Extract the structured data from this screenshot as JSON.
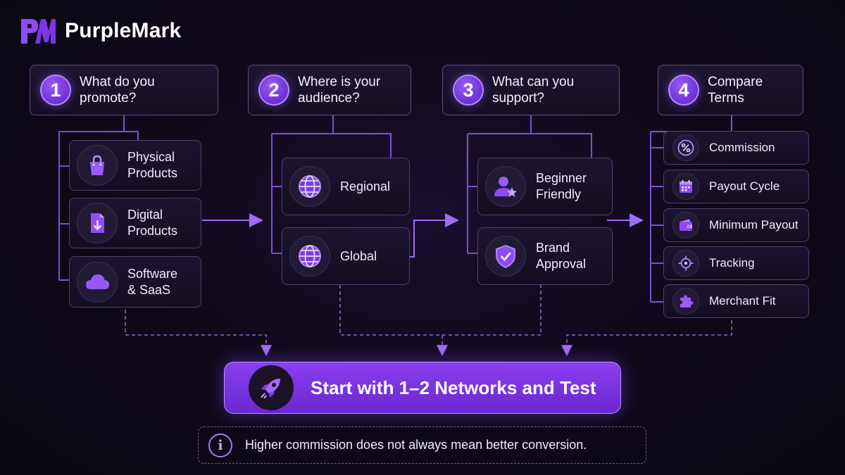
{
  "brand": {
    "name": "PurpleMark"
  },
  "steps": [
    {
      "number": "1",
      "label": "What do you promote?"
    },
    {
      "number": "2",
      "label": "Where is your audience?"
    },
    {
      "number": "3",
      "label": "What can you support?"
    },
    {
      "number": "4",
      "label": "Compare Terms"
    }
  ],
  "promote_options": [
    {
      "label": "Physical Products",
      "icon": "shopping-bag-icon"
    },
    {
      "label": "Digital Products",
      "icon": "download-file-icon"
    },
    {
      "label": "Software & SaaS",
      "icon": "cloud-icon"
    }
  ],
  "audience_options": [
    {
      "label": "Regional",
      "icon": "globe-icon"
    },
    {
      "label": "Global",
      "icon": "globe-icon"
    }
  ],
  "support_options": [
    {
      "label": "Beginner Friendly",
      "icon": "user-star-icon"
    },
    {
      "label": "Brand Approval",
      "icon": "shield-check-icon"
    }
  ],
  "terms": [
    {
      "label": "Commission",
      "icon": "percent-icon"
    },
    {
      "label": "Payout Cycle",
      "icon": "calendar-icon"
    },
    {
      "label": "Minimum Payout",
      "icon": "wallet-icon"
    },
    {
      "label": "Tracking",
      "icon": "target-icon"
    },
    {
      "label": "Merchant Fit",
      "icon": "puzzle-icon"
    }
  ],
  "cta": {
    "label": "Start with 1–2 Networks and Test",
    "icon": "rocket-icon"
  },
  "note": {
    "label": "Higher commission does not always mean better conversion.",
    "icon": "info-icon"
  },
  "colors": {
    "accent": "#8b47f0",
    "line": "#7a4fd6",
    "background": "#0f0919"
  }
}
